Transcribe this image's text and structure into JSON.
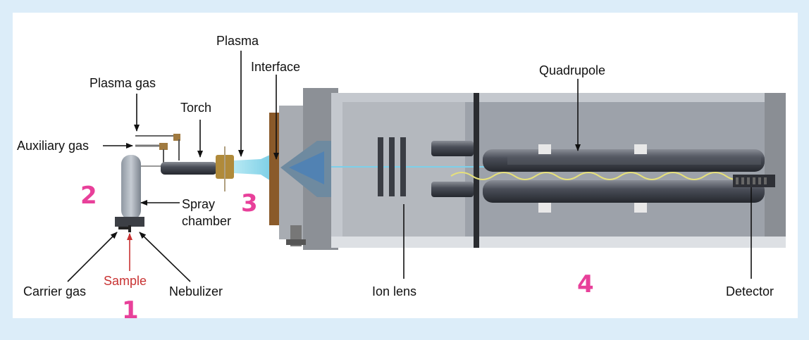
{
  "labels": {
    "plasma": "Plasma",
    "interface": "Interface",
    "plasma_gas": "Plasma gas",
    "torch": "Torch",
    "auxiliary_gas": "Auxiliary gas",
    "spray_chamber_1": "Spray",
    "spray_chamber_2": "chamber",
    "carrier_gas": "Carrier gas",
    "sample": "Sample",
    "nebulizer": "Nebulizer",
    "ion_lens": "Ion lens",
    "quadrupole": "Quadrupole",
    "detector": "Detector"
  },
  "steps": [
    "1",
    "2",
    "3",
    "4"
  ],
  "colors": {
    "step": "#e8409a",
    "sample": "#c83232",
    "background": "#dcedf9"
  }
}
